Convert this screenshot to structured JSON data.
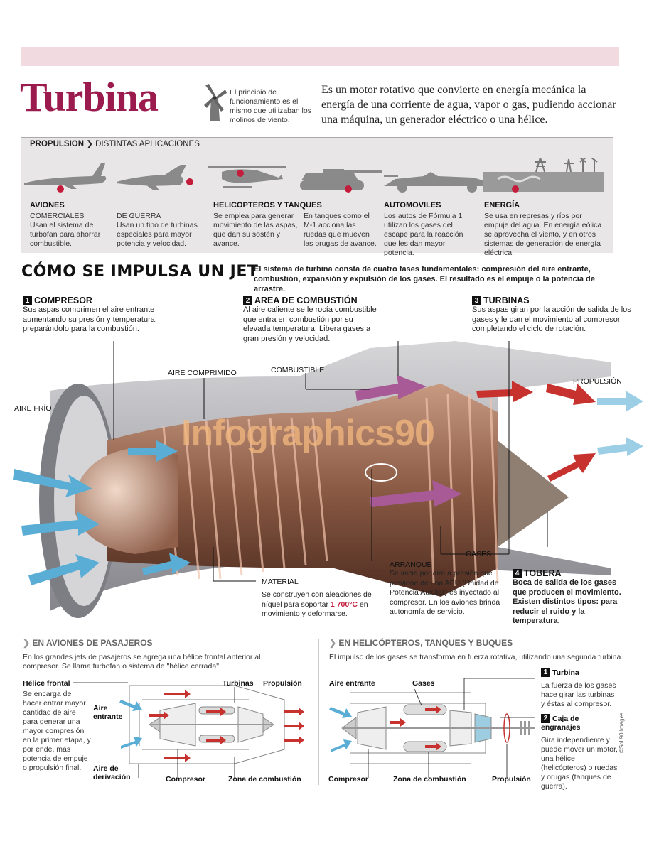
{
  "header": {
    "title": "Turbina",
    "windmill_note": "El principio de funcionamiento es el mismo que utilizaban los molinos de viento.",
    "intro": "Es un motor rotativo que convierte en energía mecánica la energía de una corriente de agua, vapor o gas, pudiendo accionar una máquina, un generador eléctrico o una hélice."
  },
  "propulsion": {
    "head_bold": "PROPULSION",
    "head_rest": "DISTINTAS APLICACIONES",
    "cats": [
      {
        "title": "AVIONES",
        "text": "COMERCIALES\nUsan el sistema de turbofan para ahorrar combustible."
      },
      {
        "title": "",
        "text": "DE GUERRA\nUsan un tipo de turbinas especiales para mayor potencia y velocidad."
      },
      {
        "title": "HELICOPTEROS Y TANQUES",
        "text": "Se emplea para generar movimiento de las aspas, que dan su sostén y avance."
      },
      {
        "title": "",
        "text": "En tanques como el M-1 acciona las ruedas que mueven las orugas de avance."
      },
      {
        "title": "AUTOMOVILES",
        "text": "Los autos de Fórmula 1 utilizan los gases del escape para la reacción que les dan mayor potencia."
      },
      {
        "title": "ENERGÍA",
        "text": "Se usa en represas y ríos por empuje del agua. En energía eólica se aprovecha el viento, y en otros sistemas de generación de energía eléctrica."
      }
    ]
  },
  "jet": {
    "title": "CÓMO SE IMPULSA UN JET",
    "desc": "El sistema de turbina consta de cuatro fases fundamentales: compresión del aire entrante, combustión, expansión y expulsión de los gases. El resultado es el empuje o la potencia de arrastre.",
    "steps": [
      {
        "num": "1",
        "title": "COMPRESOR",
        "text": "Sus aspas comprimen el aire entrante aumentando su presión y temperatura, preparándolo para la combustión."
      },
      {
        "num": "2",
        "title": "AREA DE COMBUSTIÓN",
        "text": "Al aire caliente se le rocía combustible que entra en combustión por su elevada temperatura. Libera gases a gran presión y velocidad."
      },
      {
        "num": "3",
        "title": "TURBINAS",
        "text": "Sus aspas giran por la acción de salida de los gases y le dan el movimiento al compresor completando el ciclo de rotación."
      },
      {
        "num": "4",
        "title": "TOBERA",
        "text": "Boca de salida de los gases que producen el movimiento. Existen distintos tipos: para reducir el ruido y la temperatura."
      }
    ],
    "labels": {
      "aire_frio": "AIRE FRÍO",
      "aire_comprimido": "AIRE COMPRIMIDO",
      "combustible": "COMBUSTIBLE",
      "propulsion": "PROPULSIÓN",
      "gases": "GASES",
      "arranque": "ARRANQUE",
      "arranque_text": "Se inicia por aire a presión que proviene de una APU (Unidad de Potencia Auxiliar) es inyectado al compresor. En los aviones brinda autonomía de servicio.",
      "material": "MATERIAL",
      "material_text_a": "Se construyen con aleaciones de níquel para soportar",
      "material_temp": "1 700°C",
      "material_text_b": "en movimiento y deformarse."
    },
    "watermark": "Infographics90"
  },
  "aviones": {
    "head": "EN AVIONES DE PASAJEROS",
    "text": "En los grandes jets de pasajeros se agrega una hélice frontal anterior al compresor. Se llama turbofan o sistema de \"hélice cerrada\".",
    "helice_title": "Hélice frontal",
    "helice_text": "Se encarga de hacer entrar mayor cantidad de aire para generar una mayor compresión en la primer etapa, y por ende, más potencia de empuje o propulsión final.",
    "labels": {
      "turbinas": "Turbinas",
      "propulsion": "Propulsión",
      "aire_entrante": "Aire entrante",
      "aire_derivacion": "Aire de derivación",
      "compresor": "Compresor",
      "zona": "Zona de combustión"
    }
  },
  "helicopteros": {
    "head": "EN HELICÓPTEROS, TANQUES Y BUQUES",
    "text": "El impulso de los gases se transforma en fuerza rotativa, utilizando una segunda turbina.",
    "labels": {
      "aire_entrante": "Aire entrante",
      "gases": "Gases",
      "compresor": "Compresor",
      "zona": "Zona de combustión",
      "propulsion": "Propulsión"
    },
    "turbina_title": "Turbina",
    "turbina_text": "La fuerza de los gases hace girar las turbinas y éstas al compresor.",
    "caja_title": "Caja de engranajes",
    "caja_text": "Gira independiente y puede mover un motor, una hélice (helicópteros) o ruedas y orugas (tanques de guerra)."
  },
  "credit": "©Sol 90 Images"
}
